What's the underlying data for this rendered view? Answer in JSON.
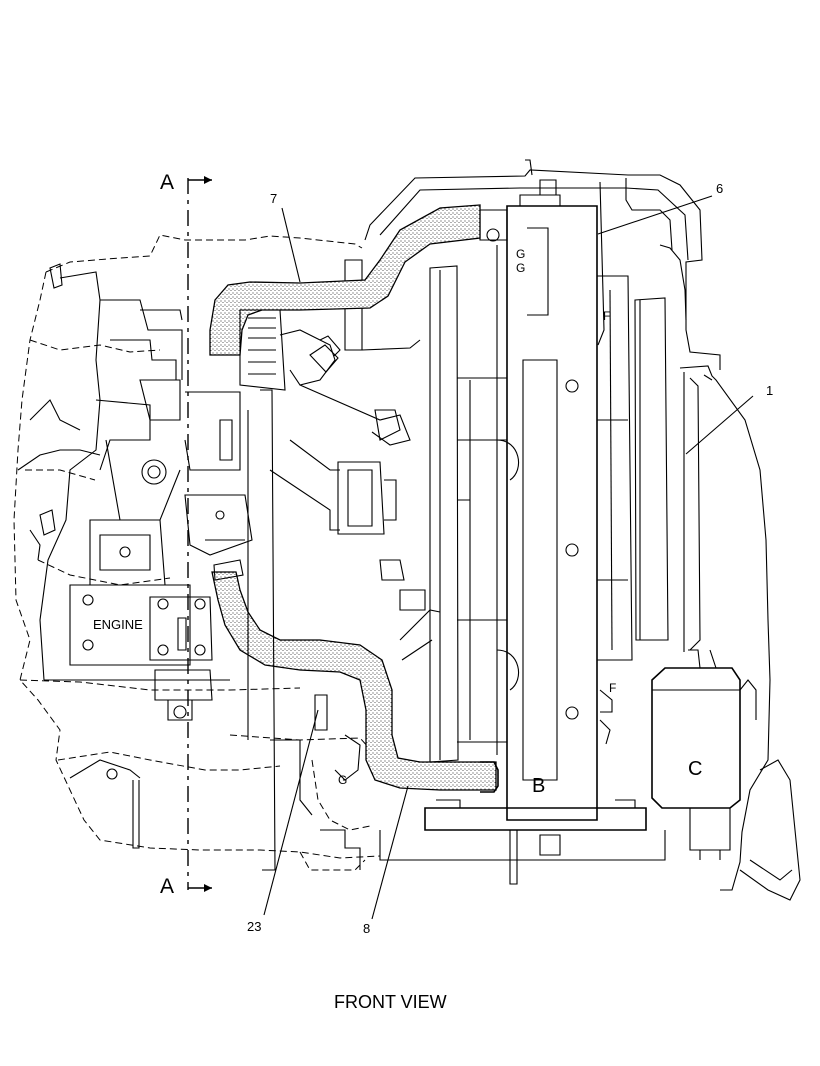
{
  "caption": "FRONT VIEW",
  "section": {
    "top_label": "A",
    "bottom_label": "A"
  },
  "callouts": [
    {
      "id": "7",
      "text": "7"
    },
    {
      "id": "6",
      "text": "6"
    },
    {
      "id": "1",
      "text": "1"
    },
    {
      "id": "23",
      "text": "23"
    },
    {
      "id": "8",
      "text": "8"
    }
  ],
  "components": {
    "engine": "ENGINE",
    "b": "B",
    "c": "C",
    "g1": "G",
    "g2": "G",
    "g3": "G",
    "f1": "F",
    "f2": "F"
  }
}
